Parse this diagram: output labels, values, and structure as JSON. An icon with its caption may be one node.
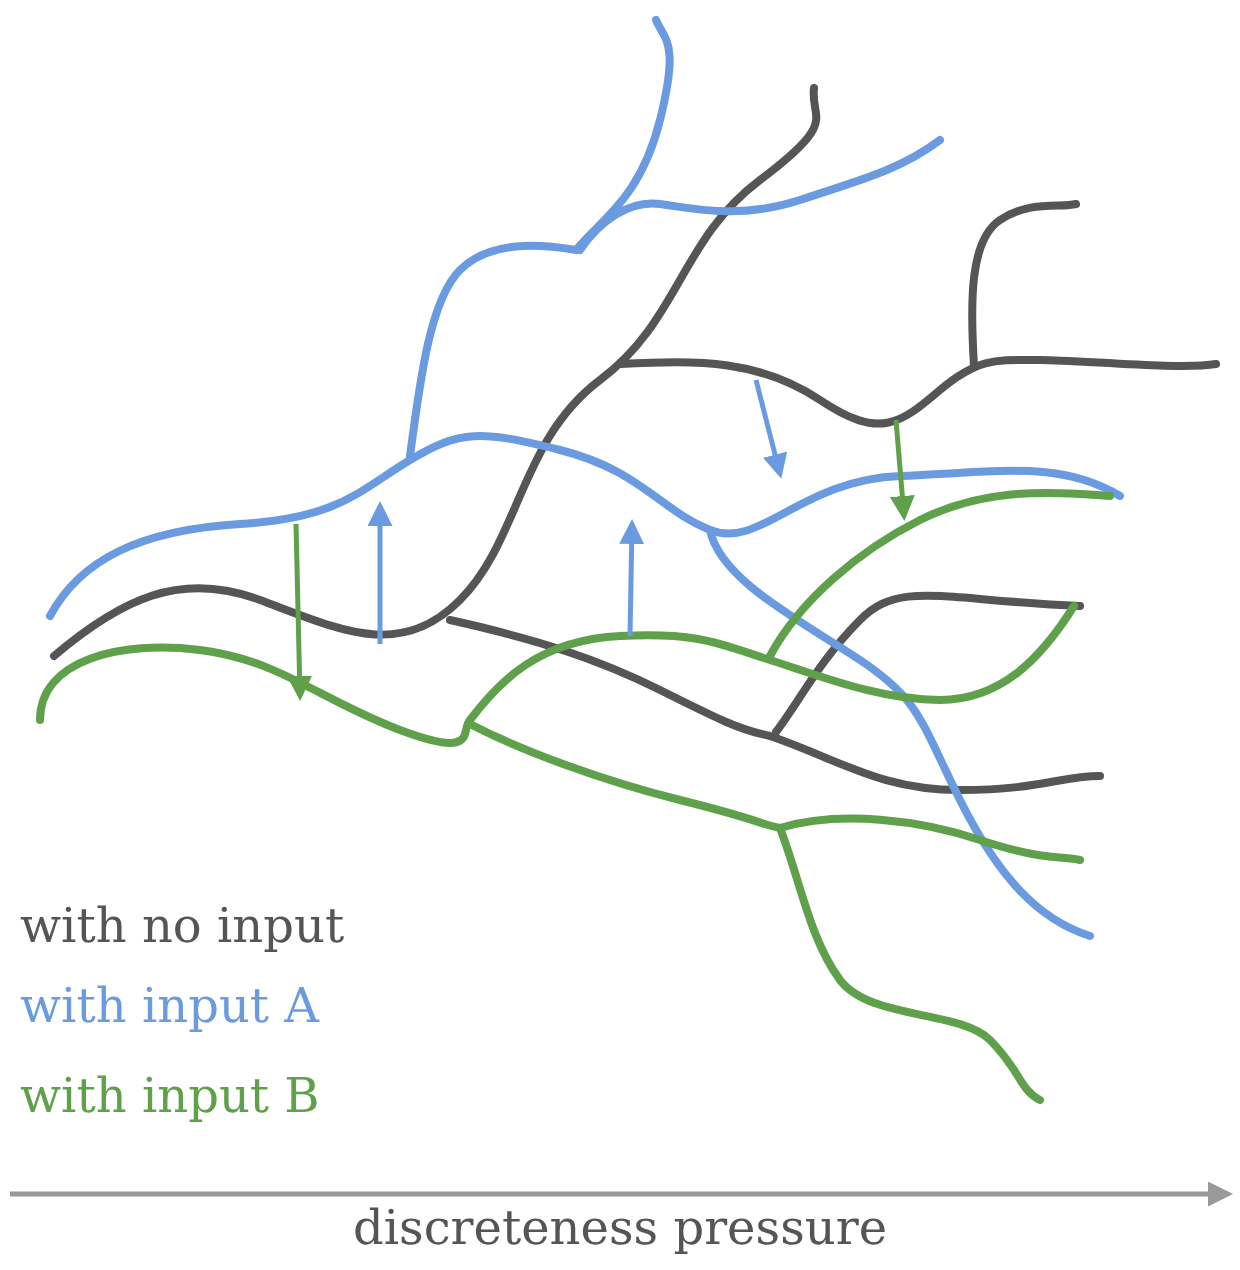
{
  "diagram": {
    "labels": [
      "discreteness pressure"
    ],
    "legend": [
      {
        "text": "with no input",
        "color": "#555555"
      },
      {
        "text": "with input A",
        "color": "#6a9be0"
      },
      {
        "text": "with input B",
        "color": "#5fa04a"
      }
    ]
  }
}
